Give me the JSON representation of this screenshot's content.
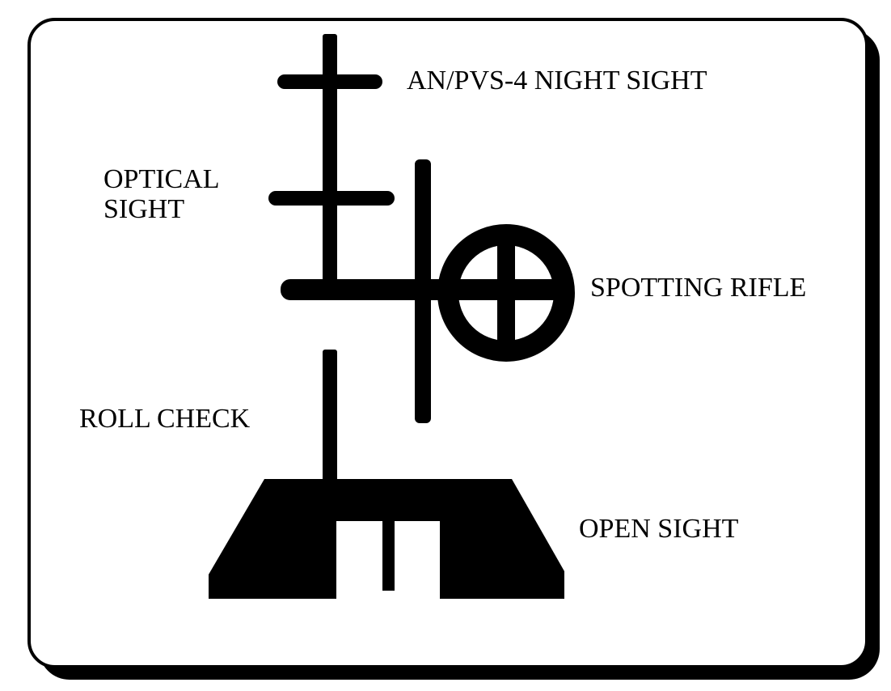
{
  "labels": {
    "night_sight": "AN/PVS-4 NIGHT SIGHT",
    "optical_sight_line1": "OPTICAL",
    "optical_sight_line2": "SIGHT",
    "spotting_rifle": "SPOTTING RIFLE",
    "roll_check": "ROLL CHECK",
    "open_sight": "OPEN SIGHT"
  },
  "colors": {
    "ink": "#000000",
    "paper": "#ffffff"
  }
}
